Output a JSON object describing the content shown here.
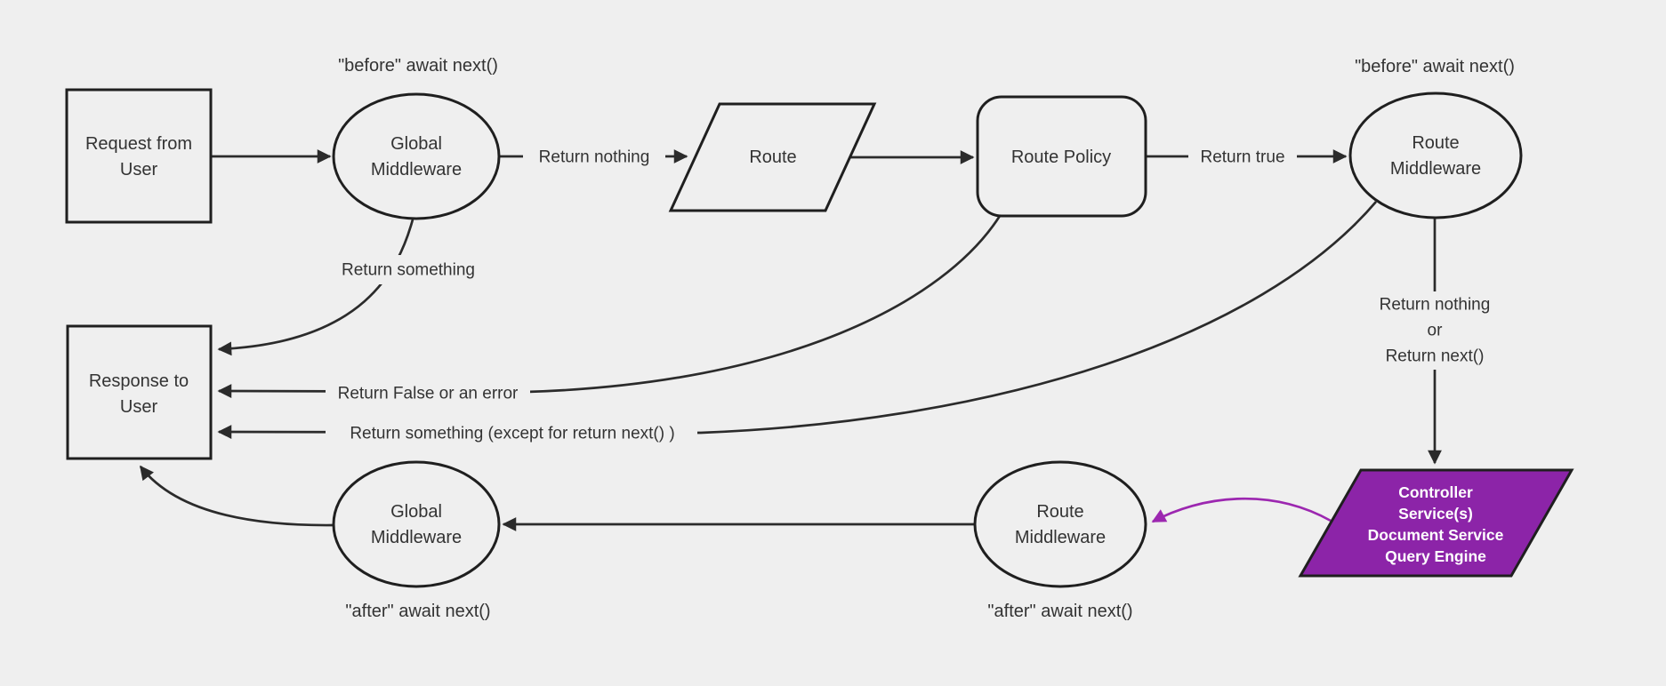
{
  "diagram": {
    "type": "flowchart",
    "colors": {
      "background": "#efefef",
      "node_fill": "#efefef",
      "node_border": "#1f1f1f",
      "text": "#333333",
      "edge": "#2b2b2b",
      "accent_fill": "#8c24a8",
      "accent_edge": "#9c27b0",
      "accent_text": "#ffffff"
    },
    "nodes": {
      "request_from_user": {
        "shape": "rectangle",
        "line1": "Request from",
        "line2": "User"
      },
      "global_middleware_before": {
        "shape": "ellipse",
        "line1": "Global",
        "line2": "Middleware",
        "annotation": "\"before\" await next()"
      },
      "route": {
        "shape": "parallelogram",
        "label": "Route"
      },
      "route_policy": {
        "shape": "rounded-rectangle",
        "label": "Route Policy"
      },
      "route_middleware_before": {
        "shape": "ellipse",
        "line1": "Route",
        "line2": "Middleware",
        "annotation": "\"before\" await next()"
      },
      "response_to_user": {
        "shape": "rectangle",
        "line1": "Response to",
        "line2": "User"
      },
      "controller_services": {
        "shape": "parallelogram",
        "line1": "Controller",
        "line2": "Service(s)",
        "line3": "Document Service",
        "line4": "Query Engine"
      },
      "route_middleware_after": {
        "shape": "ellipse",
        "line1": "Route",
        "line2": "Middleware",
        "annotation": "\"after\" await next()"
      },
      "global_middleware_after": {
        "shape": "ellipse",
        "line1": "Global",
        "line2": "Middleware",
        "annotation": "\"after\" await next()"
      }
    },
    "edges": {
      "global_to_route": {
        "label": "Return nothing"
      },
      "policy_to_route_middleware": {
        "label": "Return true"
      },
      "global_to_response": {
        "label": "Return something"
      },
      "policy_to_response": {
        "label": "Return False or an error"
      },
      "route_middleware_to_response": {
        "label": "Return something (except for return next() )"
      },
      "route_middleware_to_controller": {
        "line1": "Return nothing",
        "line2": "or",
        "line3": "Return next()"
      }
    }
  }
}
